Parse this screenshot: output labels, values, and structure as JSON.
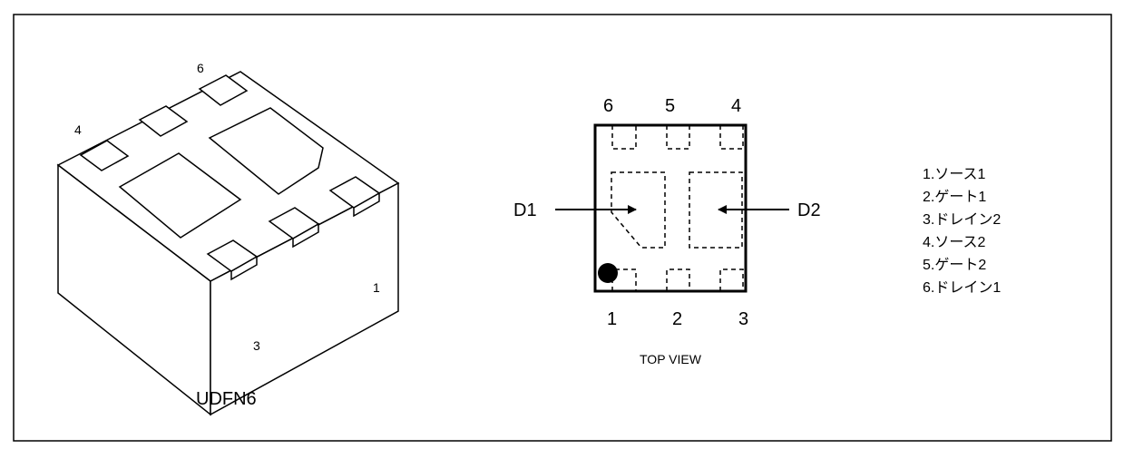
{
  "package": {
    "name": "UDFN6",
    "pin_labels": {
      "p6": "6",
      "p4": "4",
      "p1": "1",
      "p3": "3"
    }
  },
  "top_view": {
    "caption": "TOP VIEW",
    "top_pins": [
      "6",
      "5",
      "4"
    ],
    "bottom_pins": [
      "1",
      "2",
      "3"
    ],
    "left_arrow_label": "D1",
    "right_arrow_label": "D2"
  },
  "pin_list": [
    "1.ソース1",
    "2.ゲート1",
    "3.ドレイン2",
    "4.ソース2",
    "5.ゲート2",
    "6.ドレイン1"
  ],
  "colors": {
    "line": "#000000",
    "background": "#ffffff"
  }
}
